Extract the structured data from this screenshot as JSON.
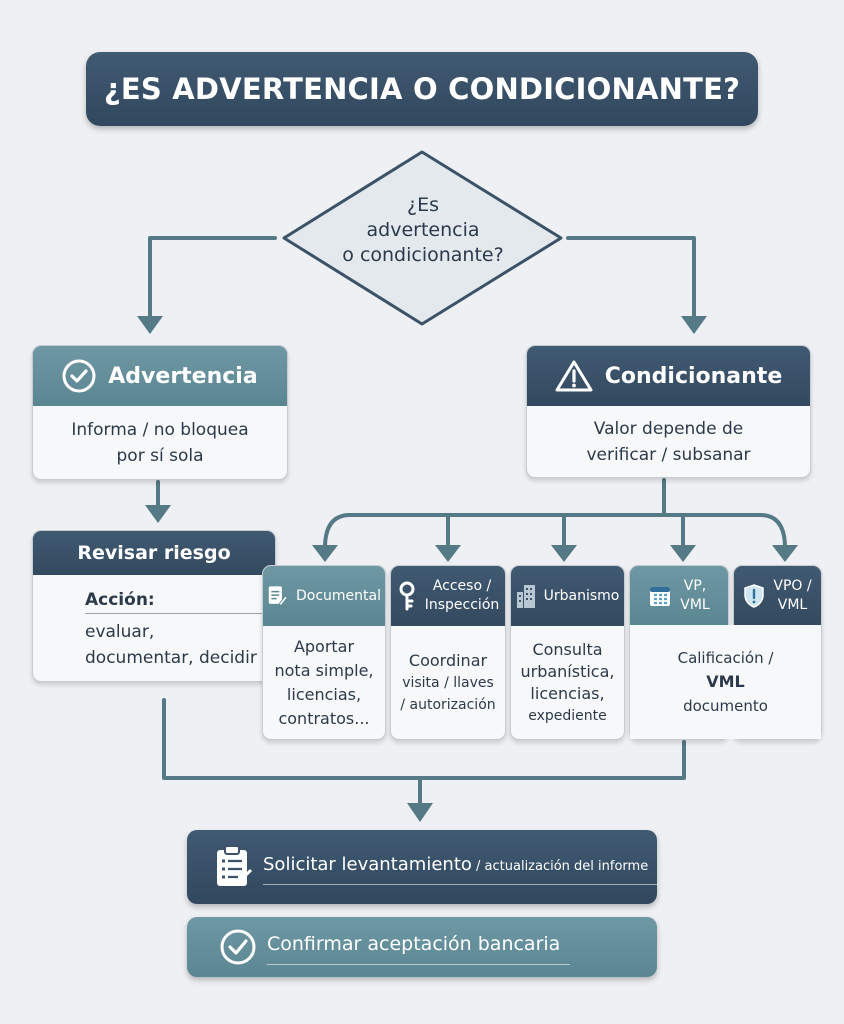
{
  "title": "¿ES ADVERTENCIA O CONDICIONANTE?",
  "decision": {
    "line1": "¿Es",
    "line2": "advertencia",
    "line3": "o condicionante?"
  },
  "advertencia": {
    "header": "Advertencia",
    "body_line1": "Informa / no bloquea",
    "body_line2": "por sí sola",
    "icon": "check-circle-icon"
  },
  "condicionante": {
    "header": "Condicionante",
    "body_line1": "Valor depende de",
    "body_line2": "verificar / subsanar",
    "icon": "warning-triangle-icon"
  },
  "revisar": {
    "header": "Revisar riesgo",
    "accion_label": "Acción:",
    "accion_line1": "evaluar,",
    "accion_line2": "documentar, decidir"
  },
  "categories": {
    "documental": {
      "header": "Documental",
      "icon": "document-pen-icon",
      "body": [
        "Aportar",
        "nota simple,",
        "licencias,",
        "contratos..."
      ]
    },
    "acceso": {
      "header_line1": "Acceso /",
      "header_line2": "Inspección",
      "icon": "key-icon",
      "body": [
        "Coordinar",
        "visita / llaves",
        "/ autorización"
      ]
    },
    "urbanismo": {
      "header": "Urbanismo",
      "icon": "building-icon",
      "body": [
        "Consulta",
        "urbanística,",
        "licencias,",
        "expediente"
      ]
    },
    "vp": {
      "header_line1": "VP,",
      "header_line2": "VML",
      "icon": "calendar-grid-icon"
    },
    "vpo": {
      "header_line1": "VPO /",
      "header_line2": "VML",
      "icon": "shield-icon"
    },
    "vp_vpo_body": {
      "line1": "Calificación /",
      "line2": "VML",
      "line3": "documento"
    }
  },
  "actions": {
    "solicitar_main": "Solicitar levantamiento",
    "solicitar_minor": " / actualización del informe",
    "solicitar_icon": "clipboard-checklist-icon",
    "confirmar": "Confirmar aceptación bancaria",
    "confirmar_icon": "check-circle-icon"
  },
  "colors": {
    "dark_slate": "#3b5268",
    "teal": "#5f8b96",
    "background": "#eef0f3",
    "card": "#f7f8fa"
  }
}
